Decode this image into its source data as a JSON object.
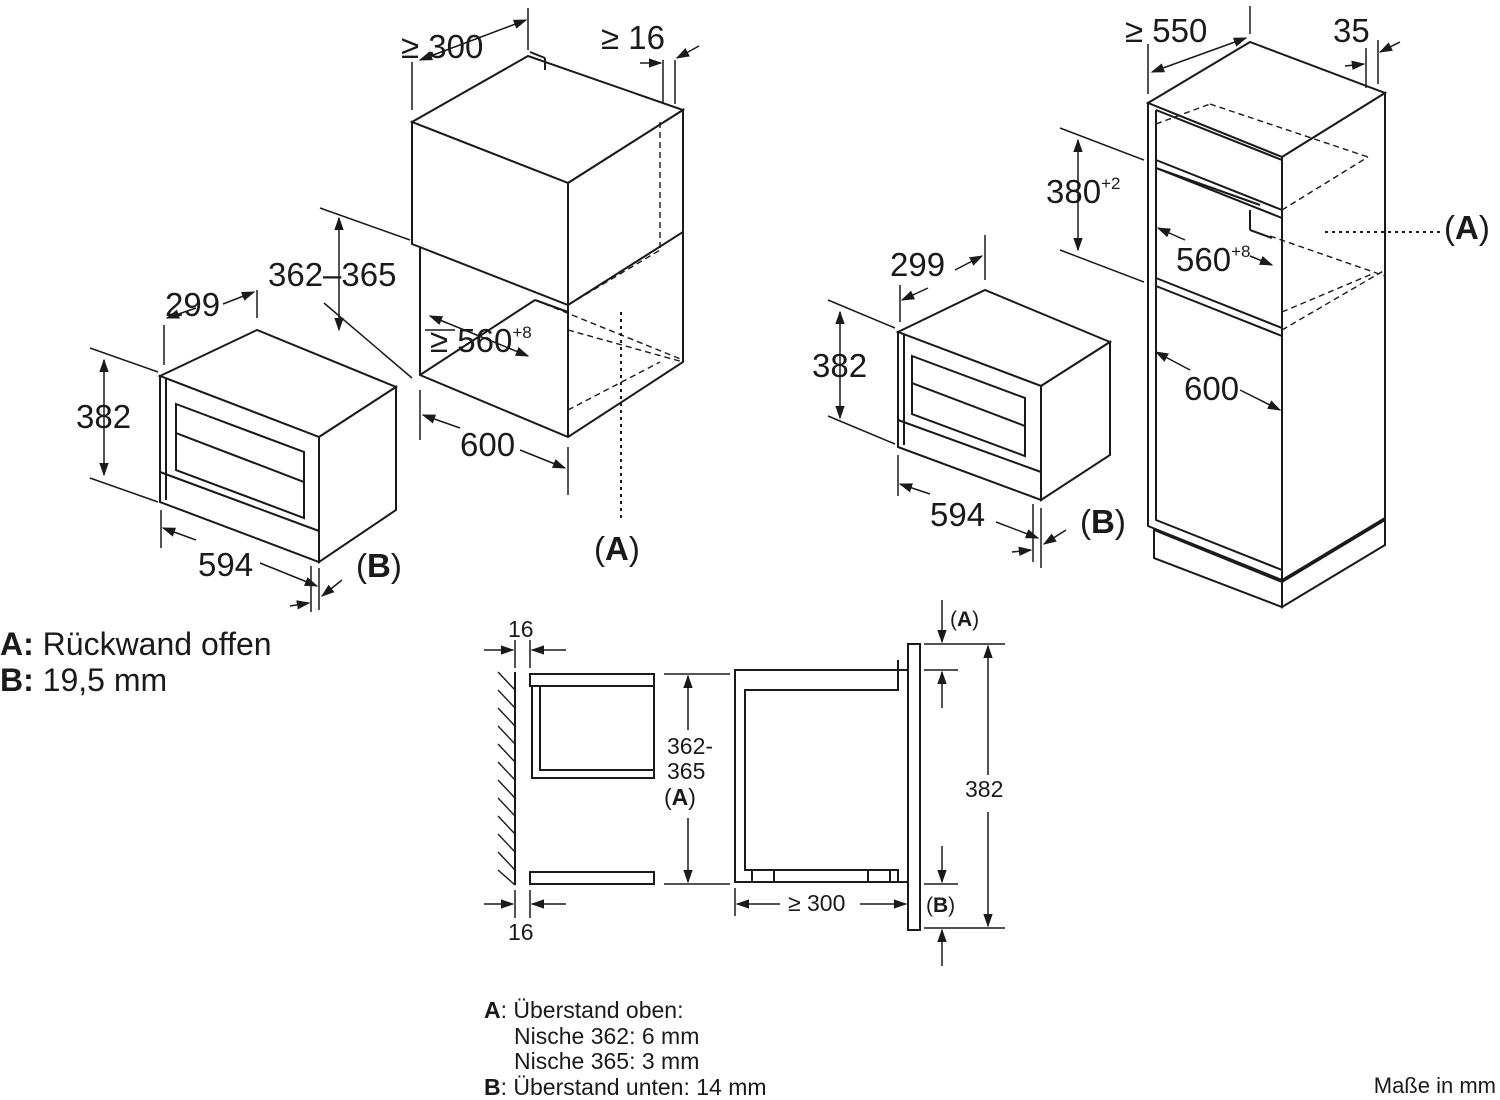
{
  "left_view": {
    "cabinet_depth": "≥ 300",
    "cabinet_gap": "≥ 16",
    "niche_height": "362–365",
    "niche_width": "560",
    "niche_width_prefix": "≥ ",
    "niche_width_tol": "+8",
    "cabinet_width": "600",
    "oven_depth": "299",
    "oven_height": "382",
    "oven_width": "594",
    "label_b": "B",
    "label_a": "A"
  },
  "right_view": {
    "cabinet_depth": "≥ 550",
    "cabinet_gap": "35",
    "niche_height": "380",
    "niche_height_tol": "+2",
    "niche_width": "560",
    "niche_width_tol": "+8",
    "cabinet_width": "600",
    "oven_depth": "299",
    "oven_height": "382",
    "oven_width": "594",
    "label_a": "A",
    "label_b": "B"
  },
  "section_view": {
    "gap_top": "16",
    "gap_bottom": "16",
    "niche_line1": "362-",
    "niche_line2": "365",
    "niche_label": "A",
    "depth": "≥ 300",
    "height": "382",
    "label_a": "A",
    "label_b": "B"
  },
  "legend_1": {
    "a_key": "A:",
    "a_text": " Rückwand offen",
    "b_key": "B:",
    "b_text": " 19,5 mm"
  },
  "legend_2": {
    "a_key": "A",
    "a_text": ": Überstand oben:",
    "a_line2": "Nische 362: 6 mm",
    "a_line3": "Nische 365: 3 mm",
    "b_key": "B",
    "b_text": ": Überstand unten: 14 mm"
  },
  "units": "Maße in mm"
}
